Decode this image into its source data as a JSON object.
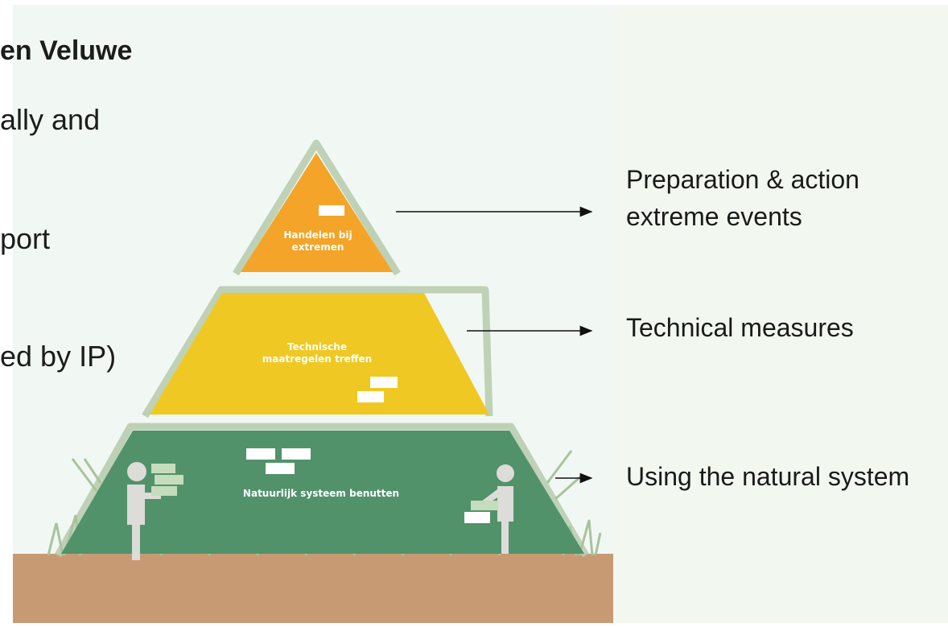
{
  "slide": {
    "title_fragment": "en Veluwe",
    "background_lines": [
      "ally and",
      "port",
      "ed by IP)"
    ]
  },
  "pyramid": {
    "tiers": [
      {
        "lines": [
          "Handelen bij",
          "extremen"
        ],
        "color": "#f4a428"
      },
      {
        "lines": [
          "Technische",
          "maatregelen treffen"
        ],
        "color": "#f0c823"
      },
      {
        "lines": [
          "Natuurlijk systeem benutten"
        ],
        "color": "#51926a"
      }
    ],
    "ground_color": "#c89a74"
  },
  "labels": [
    {
      "lines": [
        "Preparation & action",
        "extreme events"
      ]
    },
    {
      "lines": [
        "Technical measures"
      ]
    },
    {
      "lines": [
        "Using the natural system"
      ]
    }
  ]
}
